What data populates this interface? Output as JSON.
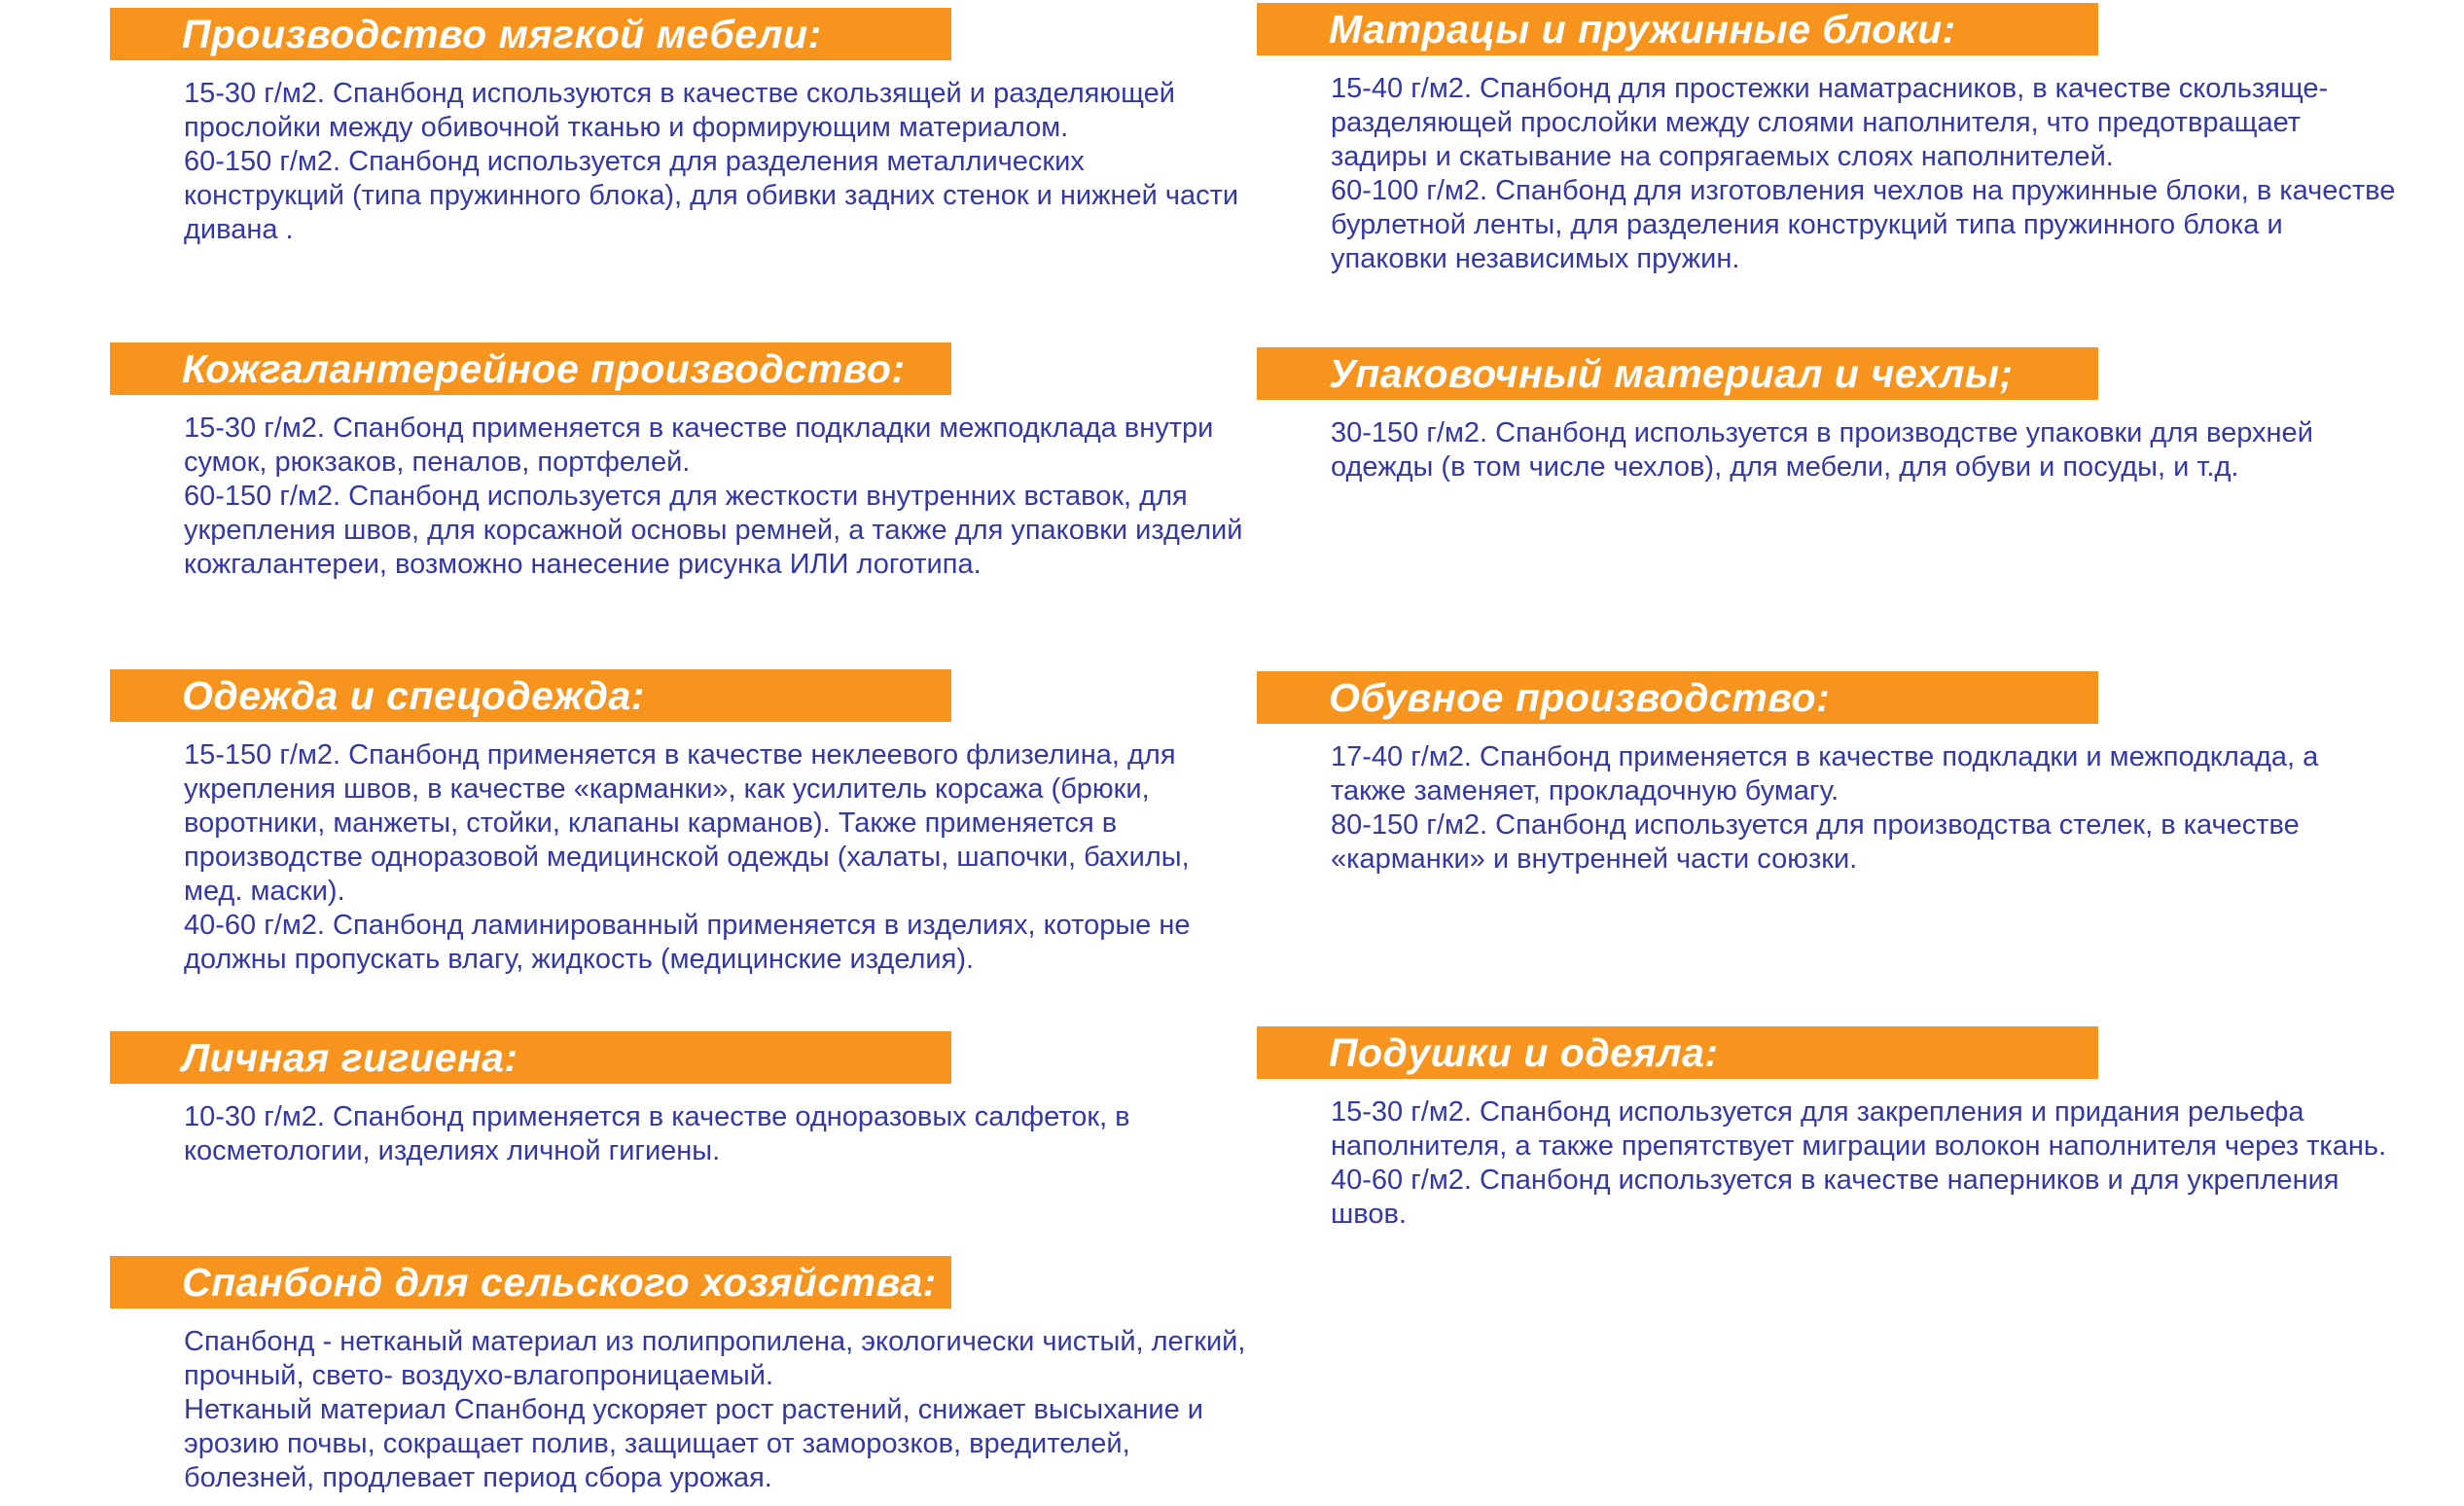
{
  "page": {
    "background_color": "#ffffff",
    "accent_color": "#F7941D",
    "body_text_color": "#3338A5",
    "header_text_color": "#ffffff"
  },
  "left_column": {
    "sections": [
      {
        "title": "Производство мягкой мебели:",
        "paragraphs": [
          "15-30 г/м2. Спанбонд используются в качестве скользящей и разделяющей прослойки между обивочной тканью и формирующим материалом.",
          "60-150 г/м2. Спанбонд используется для разделения металлических конструкций (типа пружинного блока), для обивки задних стенок и нижней части дивана ."
        ]
      },
      {
        "title": "Кожгалантерейное производство:",
        "paragraphs": [
          "15-30 г/м2. Спанбонд применяется в качестве подкладки межподклада внутри сумок, рюкзаков, пеналов, портфелей.",
          "60-150 г/м2. Спанбонд используется для жесткости внутренних вставок, для укрепления швов, для корсажной основы ремней, а также для упаковки изделий кожгалантереи, возможно нанесение рисунка ИЛИ логотипа."
        ]
      },
      {
        "title": "Одежда и спецодежда:",
        "paragraphs": [
          "15-150 г/м2. Спанбонд применяется в качестве неклеевого флизелина, для укрепления швов, в качестве «карманки», как усилитель корсажа (брюки, воротники, манжеты, стойки, клапаны карманов). Также применяется в производстве одноразовой медицинской одежды (халаты, шапочки, бахилы, мед. маски).",
          "40-60 г/м2. Спанбонд ламинированный применяется в изделиях, которые не должны пропускать влагу, жидкость (медицинские изделия)."
        ]
      },
      {
        "title": "Личная гигиена:",
        "paragraphs": [
          "10-30 г/м2. Спанбонд применяется в качестве одноразовых салфеток, в косметологии, изделиях личной гигиены."
        ]
      },
      {
        "title": "Спанбонд для сельского хозяйства:",
        "paragraphs": [
          "Спанбонд - нетканый материал из полипропилена, экологически чистый, легкий, прочный, свето- воздухо-влагопроницаемый.",
          "Нетканый материал Спанбонд ускоряет рост растений, снижает высыхание и эрозию почвы, сокращает полив, защищает от заморозков, вредителей, болезней, продлевает период сбора урожая."
        ]
      }
    ]
  },
  "right_column": {
    "sections": [
      {
        "title": "Матрацы и пружинные блоки:",
        "paragraphs": [
          "15-40 г/м2. Спанбонд для простежки наматрасников, в качестве скользяще-разделяющей прослойки между слоями наполнителя, что предотвращает задиры и скатывание на сопрягаемых слоях наполнителей.",
          "60-100 г/м2. Спанбонд для изготовления чехлов на пружинные блоки, в качестве бурлетной ленты, для разделения конструкций типа пружинного блока и упаковки независимых пружин."
        ]
      },
      {
        "title": "Упаковочный материал и чехлы;",
        "paragraphs": [
          "30-150 г/м2. Спанбонд используется в производстве упаковки для верхней одежды (в том числе чехлов), для мебели, для обуви и посуды, и т.д."
        ]
      },
      {
        "title": "Обувное производство:",
        "paragraphs": [
          "17-40 г/м2. Спанбонд применяется в качестве подкладки и межподклада, а также заменяет, прокладочную бумагу.",
          "80-150 г/м2. Спанбонд используется для производства стелек, в качестве «карманки» и внутренней части союзки."
        ]
      },
      {
        "title": "Подушки и одеяла:",
        "paragraphs": [
          "15-30 г/м2. Спанбонд используется для закрепления и придания рельефа наполнителя, а также препятствует миграции волокон наполнителя через ткань.",
          "40-60 г/м2. Спанбонд используется в качестве наперников и для укрепления швов."
        ]
      }
    ]
  }
}
